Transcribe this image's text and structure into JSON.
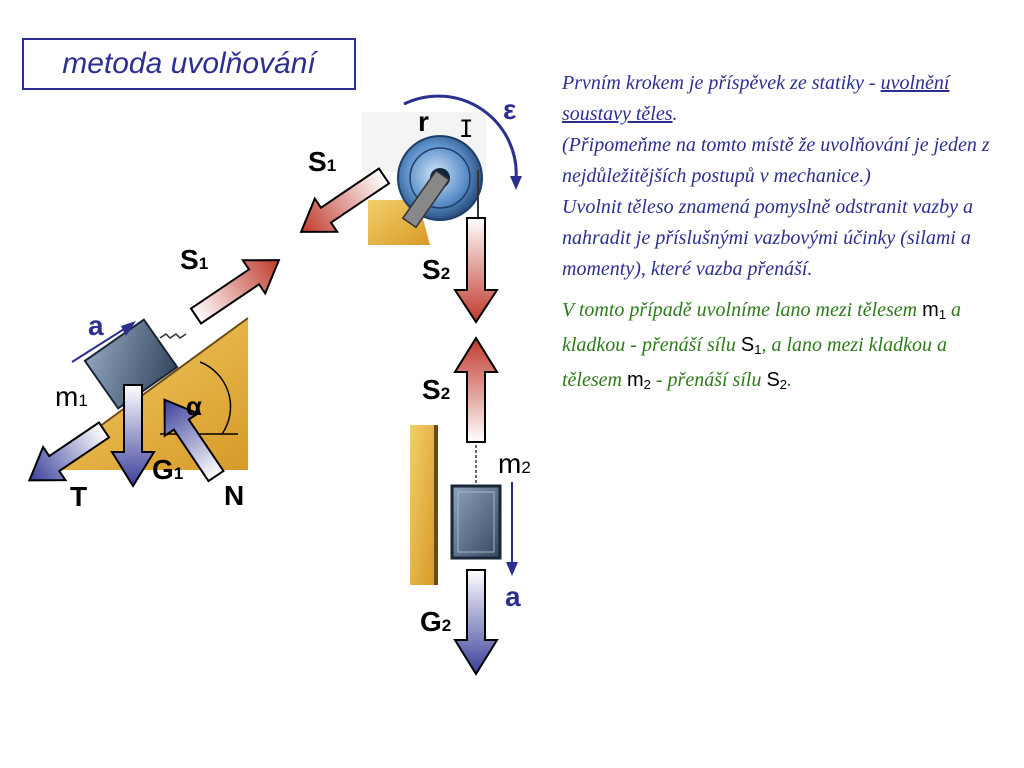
{
  "title": "metoda uvolňování",
  "labels": {
    "r": "r",
    "I": "I",
    "epsilon": "ε",
    "S": "S",
    "sub1": "1",
    "sub2": "2",
    "a": "a",
    "m": "m",
    "G": "G",
    "T": "T",
    "N": "N",
    "alpha": "α"
  },
  "text": {
    "p1a": "Prvním krokem je příspěvek ze statiky - ",
    "p1u": "uvolnění soustavy těles",
    "p1b": ".",
    "p2": "(Připomeňme na tomto místě že uvolňování je jeden z nejdůležitějších postupů v mechanice.)",
    "p3": "Uvolnit těleso znamená pomyslně odstranit vazby a nahradit je příslušnými vazbovými účinky (silami a momenty), které vazba přenáší.",
    "q1": "V tomto případě uvolníme lano mezi tělesem ",
    "q2": " a kladkou - přenáší sílu ",
    "q3": ", a lano mezi kladkou a tělesem ",
    "q4": " - přenáší sílu ",
    "q5": ".",
    "m": "m",
    "S": "S",
    "sub1": "1",
    "sub2": "2"
  },
  "colors": {
    "navy": "#2b2f8f",
    "green": "#2d7a1a",
    "red_arrow": "#c0392b",
    "blue_arrow": "#3a3f9a",
    "wood": "#e8b540",
    "pulley": "#5b8fc9",
    "block": "#4a5e78"
  }
}
